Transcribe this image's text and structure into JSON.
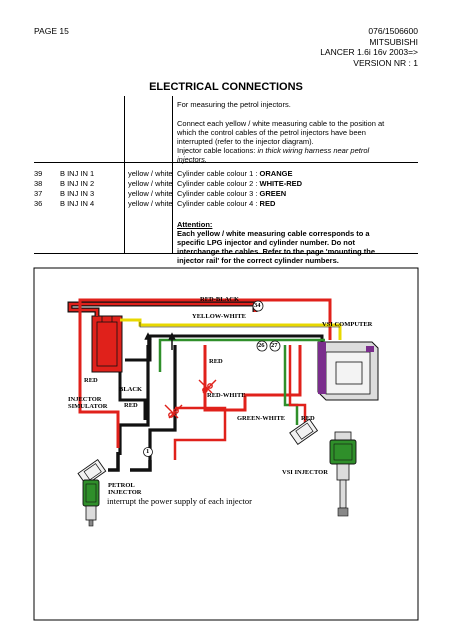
{
  "header": {
    "page": "PAGE 15",
    "code": "076/1506600",
    "brand": "MITSUBISHI",
    "model": "LANCER 1.6i 16v 2003=>",
    "version": "VERSION NR : 1"
  },
  "title": "ELECTRICAL CONNECTIONS",
  "intro": {
    "line1": "For measuring the petrol injectors.",
    "para2": [
      "Connect each yellow / white measuring cable to the position at",
      "which the control cables of  the petrol injectors have been",
      "interrupted (refer to the injector diagram).",
      "Injector cable locations:"
    ],
    "location_italic_a": " in thick wiring harness near petrol",
    "location_italic_b": "injectors."
  },
  "rows": [
    {
      "pin": "39",
      "name": "B INJ IN 1",
      "color": "yellow / white",
      "cyl_prefix": "Cylinder cable colour 1 : ",
      "cyl_color": "ORANGE"
    },
    {
      "pin": "38",
      "name": "B INJ IN 2",
      "color": "yellow / white",
      "cyl_prefix": "Cylinder cable colour 2 : ",
      "cyl_color": "WHITE-RED"
    },
    {
      "pin": "37",
      "name": "B INJ IN 3",
      "color": "yellow / white",
      "cyl_prefix": "Cylinder cable colour 3 : ",
      "cyl_color": "GREEN"
    },
    {
      "pin": "36",
      "name": "B INJ IN 4",
      "color": "yellow / white",
      "cyl_prefix": "Cylinder cable colour 4 : ",
      "cyl_color": "RED"
    }
  ],
  "attention": {
    "heading": "Attention:",
    "lines": [
      "Each yellow / white measuring cable corresponds to a",
      "specific LPG injector and cylinder number. Do not",
      "interchange the cables. Refer to the page 'mounting the",
      "injector rail' for the correct cylinder numbers."
    ]
  },
  "diagram": {
    "red_black": "RED-BLACK",
    "yellow_white": "YELLOW-WHITE",
    "vsi_computer": "VSI COMPUTER",
    "pin34": "34",
    "pin26": "26",
    "pin27": "27",
    "pin1": "1",
    "red_center": "RED",
    "red_left": "RED",
    "injector_simulator_1": "INJECTOR",
    "injector_simulator_2": "SIMULATOR",
    "black": "BLACK",
    "red_bottom": "RED",
    "red_white": "RED-WHITE",
    "green_white": "GREEN-WHITE",
    "red_right": "RED",
    "vsi_injector": "VSI INJECTOR",
    "petrol_injector_1": "PETROL",
    "petrol_injector_2": "INJECTOR",
    "caption": "interrupt the power supply of each injector"
  },
  "colors": {
    "red": "#e0211b",
    "black": "#111111",
    "green": "#2f8f2a",
    "yellow": "#e8d800",
    "purple": "#7a2d8c",
    "gray": "#8c8c8c"
  }
}
